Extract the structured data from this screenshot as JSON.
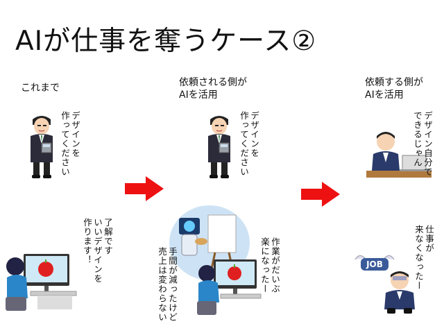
{
  "title": "AIが仕事を奪うケース②",
  "columns": [
    {
      "heading": "これまで"
    },
    {
      "heading_line1": "依頼される側が",
      "heading_line2": "AIを活用"
    },
    {
      "heading_line1": "依頼する側が",
      "heading_line2": "AIを活用"
    }
  ],
  "speech": {
    "client_request_1": "デザインを\n作ってください",
    "designer_reply": "了解です\nいいデザインを\n作ります！",
    "client_request_2": "デザインを\n作ってください",
    "ai_user_relief": "作業がだいぶ\n楽になったー",
    "ai_user_worry": "手間が減ったけど\n売上は変わらない",
    "client_self": "デザイン自分で\nできるじゃん",
    "designer_lost_job": "仕事が\n来なくなったー"
  },
  "job_sign": "JOB",
  "colors": {
    "arrow": "#ee1111",
    "suit": "#2b2b3a",
    "monitor_bg": "#cfe9f6",
    "ai_circle": "#cde3f5"
  }
}
